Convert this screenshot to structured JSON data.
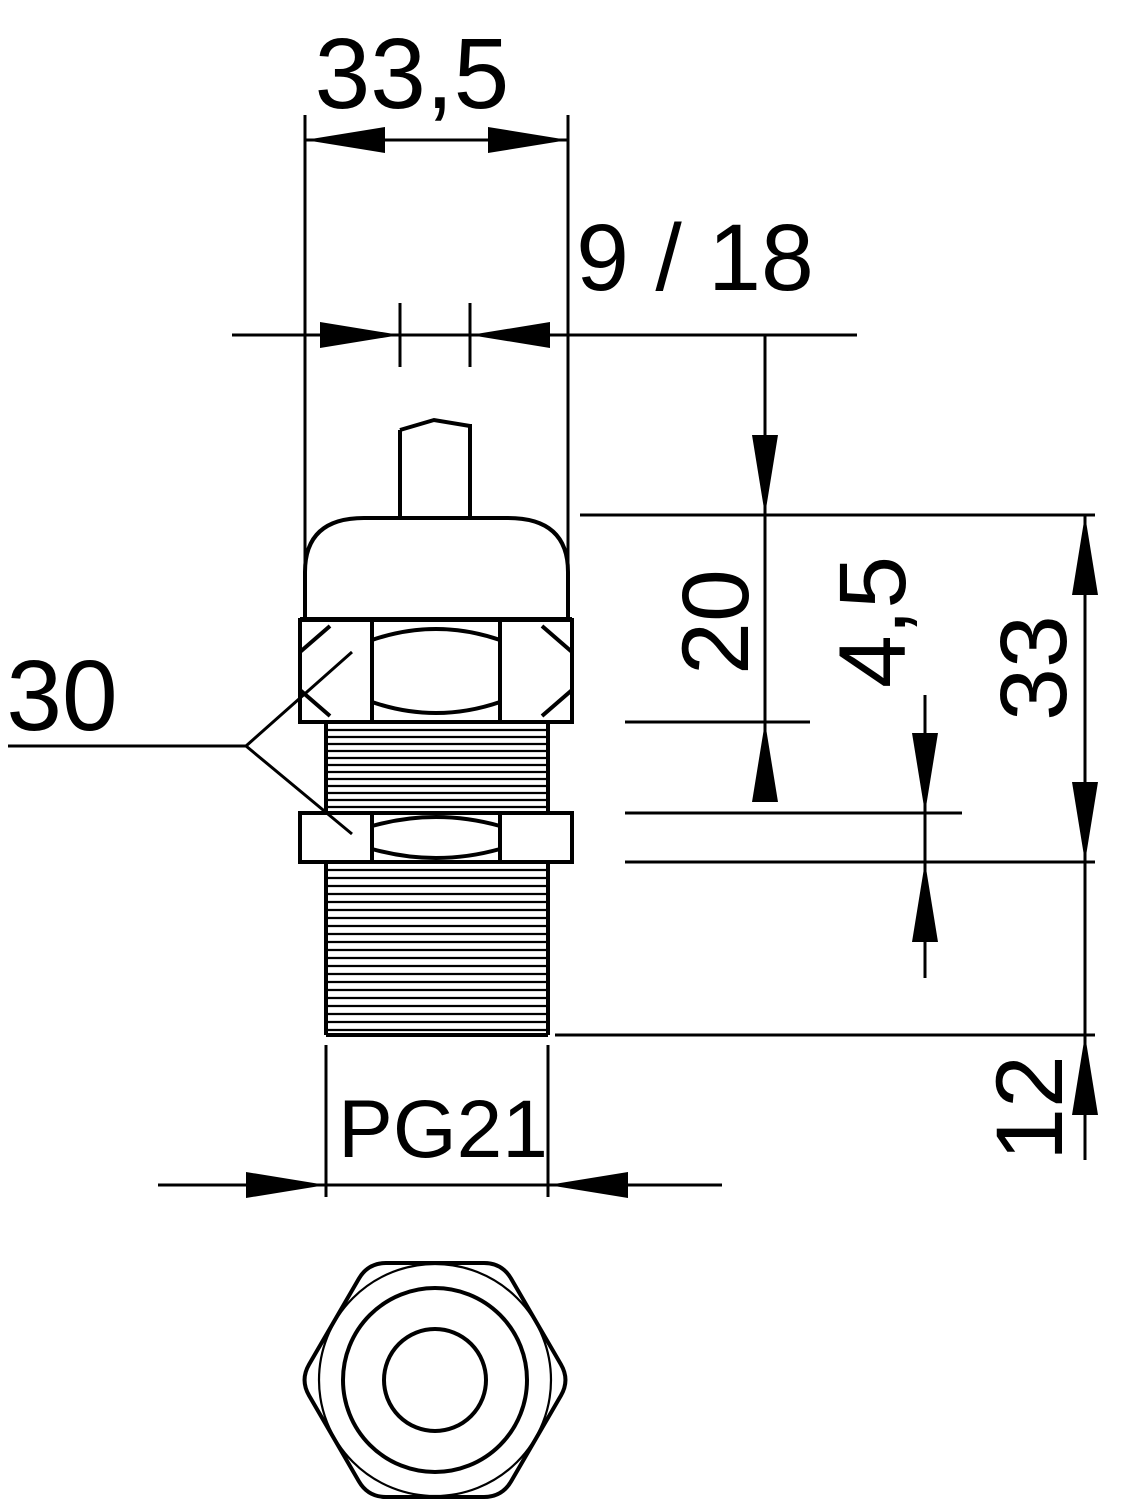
{
  "page": {
    "background": "#ffffff",
    "line_color": "#000000"
  },
  "drawing": {
    "labels": {
      "width_top": "33,5",
      "spout": "9 / 18",
      "height_upper": "20",
      "locknut_thickness": "4,5",
      "height_total": "33",
      "thread_length": "12",
      "wrench_size": "30",
      "thread_designation": "PG21"
    }
  }
}
